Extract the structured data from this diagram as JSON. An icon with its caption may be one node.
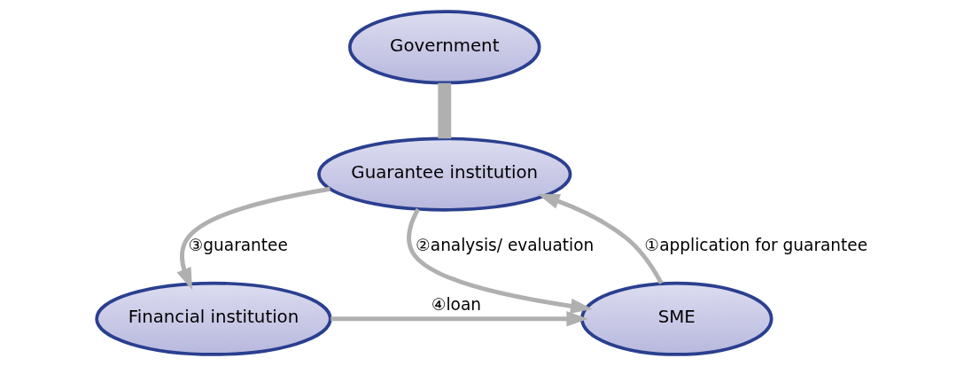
{
  "diagram": {
    "nodes": [
      {
        "text": [
          "Government"
        ]
      },
      {
        "text": [
          "Guarantee institution"
        ]
      },
      {
        "text": [
          "SME"
        ]
      },
      {
        "text": [
          "Financial institution"
        ]
      }
    ],
    "edges": [
      {
        "from": 0,
        "to": 1,
        "arrow": "none",
        "style": "thick"
      },
      {
        "from": 2,
        "to": 1,
        "arrow": "to",
        "label": "①application for guarantee"
      },
      {
        "from": 1,
        "to": 2,
        "arrow": "to",
        "label": "②analysis/ evaluation"
      },
      {
        "from": 1,
        "to": 3,
        "arrow": "to",
        "label": "③guarantee"
      },
      {
        "from": 3,
        "to": 2,
        "arrow": "to",
        "label": "④loan"
      }
    ]
  }
}
